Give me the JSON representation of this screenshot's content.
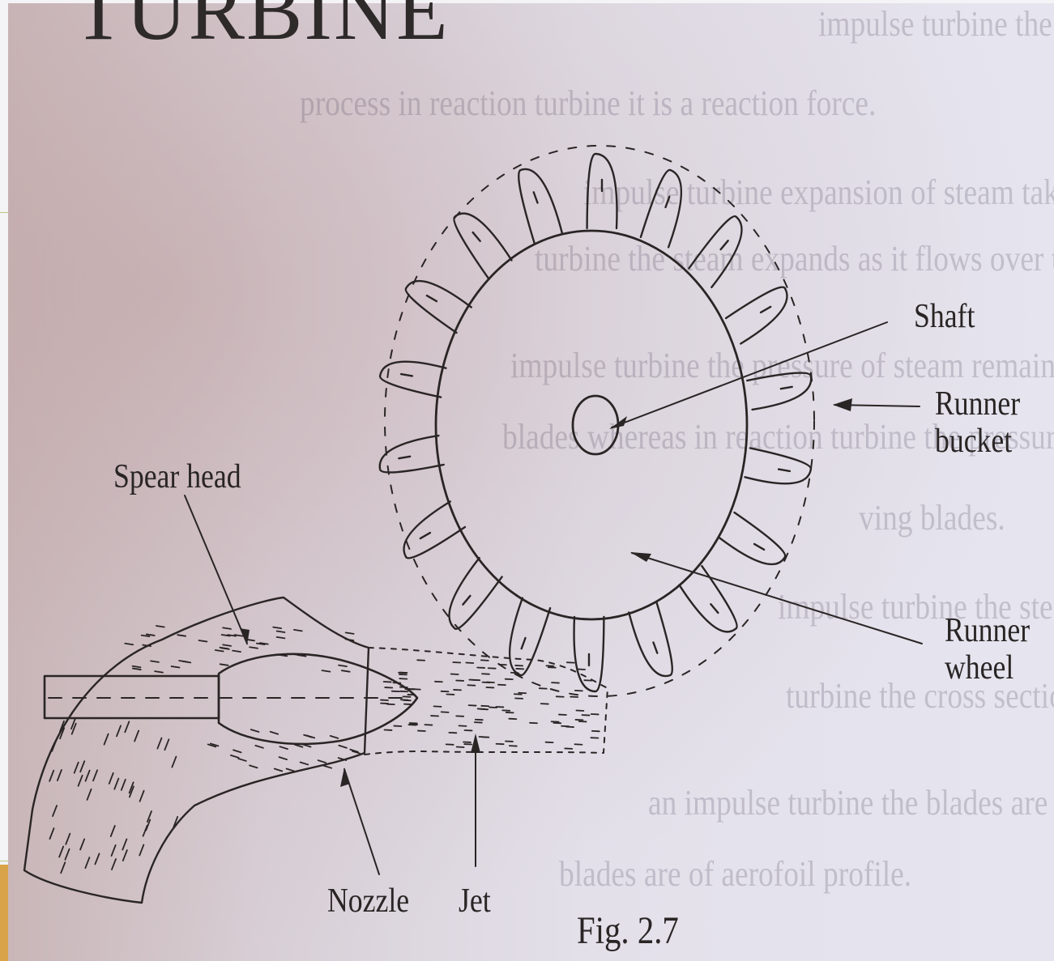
{
  "slide": {
    "title": "TURBINE"
  },
  "background_text": [
    "impulse turbine the drop in pressure of steam takes",
    "process in reaction turbine it is a reaction force.",
    "impulse turbine expansion of steam takes place in th",
    "turbine the steam expands as it flows over the fixed and movi",
    "impulse turbine the pressure of steam remains constant when",
    "blades whereas in reaction turbine the pressure of steam dr",
    "ving blades.",
    "impulse turbine the steam pressure of velocity of the",
    "turbine the cross section of blades is of uniform",
    "an impulse turbine the blades are of symmetrical",
    "blades are of aerofoil profile."
  ],
  "diagram": {
    "labels": {
      "shaft": "Shaft",
      "runner_bucket": "Runner\nbucket",
      "runner_wheel": "Runner\nwheel",
      "spear_head": "Spear head",
      "nozzle": "Nozzle",
      "jet": "Jet",
      "figure": "Fig. 2.7"
    }
  },
  "colors": {
    "ink": "#2a2525",
    "accent_strip": "#d9a34a",
    "edge_line": "#b8c97a"
  }
}
